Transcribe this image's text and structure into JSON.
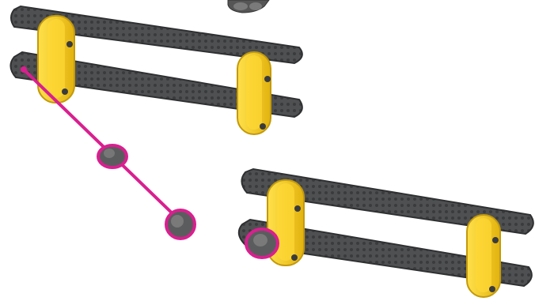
{
  "diagram": {
    "type": "assembly-instruction",
    "parts": [
      {
        "kind": "beam-pair",
        "color": "#4f5052",
        "connector_color": "#f4cf1f",
        "state": "before"
      },
      {
        "kind": "axle-with-bushings",
        "color": "#d91f8f",
        "state": "insert"
      },
      {
        "kind": "beam-pair",
        "color": "#4f5052",
        "connector_color": "#f4cf1f",
        "state": "after"
      }
    ],
    "icons": [
      "connector-piece-icon"
    ]
  },
  "colors": {
    "beam": "#4f5052",
    "beam_dark": "#2f3032",
    "connector": "#f4cf1f",
    "connector_dark": "#d9ac10",
    "highlight": "#d91f8f",
    "background": "#ffffff"
  }
}
